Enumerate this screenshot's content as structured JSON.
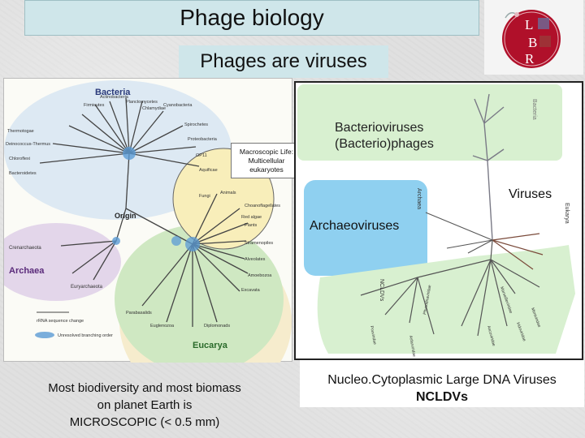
{
  "title": "Phage biology",
  "subtitle": "Phages are viruses",
  "logo": {
    "line1": "L",
    "line2": "B",
    "line3": "R"
  },
  "left_tree": {
    "domain_bacteria": "Bacteria",
    "domain_archaea": "Archaea",
    "domain_eucarya": "Eucarya",
    "origin": "Origin",
    "macroscopic_box": "Macroscopic Life: Multicellular eukaryotes",
    "legend_rrna": "rRNA sequence change",
    "legend_branching": "Unresolved branching order",
    "bacteria_groups": [
      "Thermotogae",
      "Deinococcus-Thermus",
      "Chloroflexi",
      "Cyanobacteria",
      "Firmicutes",
      "Actinobacteria",
      "Planctomycetes",
      "Chlamydiae",
      "Spirochetes",
      "Proteobacteria",
      "Bacteroidetes",
      "OP11",
      "Aquificae"
    ],
    "archaea_groups": [
      "Crenarchaeota",
      "Euryarchaeota"
    ],
    "eucarya_groups": [
      "Animals",
      "Fungi",
      "Plants",
      "Red algae",
      "Choanoflagellates",
      "Stramenopiles",
      "Alveolates",
      "Excavata",
      "Amoebozoa",
      "Diplomonads",
      "Euglenozoa",
      "Parabasalids"
    ]
  },
  "right_tree": {
    "bacterioviruses_line1": "Bacterioviruses",
    "bacterioviruses_line2": "(Bacterio)phages",
    "viruses_label": "Viruses",
    "archaeoviruses": "Archaeoviruses",
    "side_bacteria": "Bacteria",
    "side_archaea": "Archaea",
    "side_eukarya": "Eukarya",
    "side_ncldvs": "NCLDVs",
    "ncldv_families": [
      "Phycodnaviridae",
      "Mimiviridae",
      "Iridoviridae",
      "Ascoviridae",
      "Asfarviridae",
      "Poxviridae",
      "Marseilleviridae"
    ]
  },
  "caption_left": {
    "line1": "Most biodiversity and most biomass",
    "line2": "on planet Earth is",
    "line3": "MICROSCOPIC (< 0.5 mm)"
  },
  "caption_right": {
    "line1": "Nucleo.Cytoplasmic Large DNA Viruses",
    "line2": "NCLDVs"
  },
  "colors": {
    "title_bg": "#cfe6ea",
    "bacteria_blob": "#dde9f3",
    "archaea_blob": "#e3d6ea",
    "eucarya_blob": "#cfe8c2",
    "yellow_blob": "#f6eccd",
    "green_region": "#d8f0d0",
    "blue_region": "#8fd0f0",
    "logo_red": "#b0102a"
  }
}
